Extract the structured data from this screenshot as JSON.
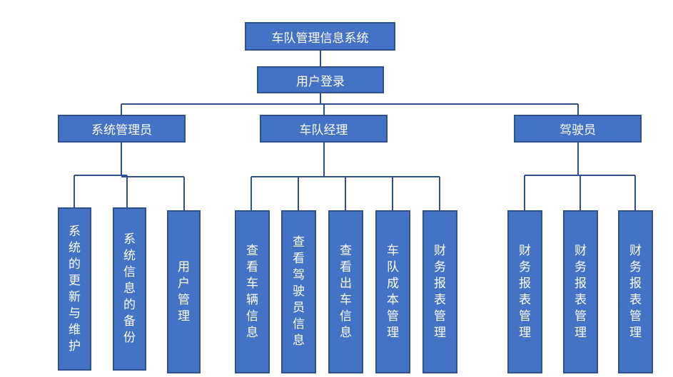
{
  "colors": {
    "box_fill": "#4472c4",
    "box_border": "#2f528f",
    "text": "#ffffff",
    "line": "#2f528f"
  },
  "root": "车队管理信息系统",
  "login": "用户登录",
  "roles": [
    {
      "label": "系统管理员",
      "children": [
        "系统的更新与维护",
        "系统信息的备份",
        "用户管理"
      ]
    },
    {
      "label": "车队经理",
      "children": [
        "查看车辆信息",
        "查看驾驶员信息",
        "查看出车信息",
        "车队成本管理",
        "财务报表管理"
      ]
    },
    {
      "label": "驾驶员",
      "children": [
        "财务报表管理",
        "财务报表管理",
        "财务报表管理"
      ]
    }
  ]
}
